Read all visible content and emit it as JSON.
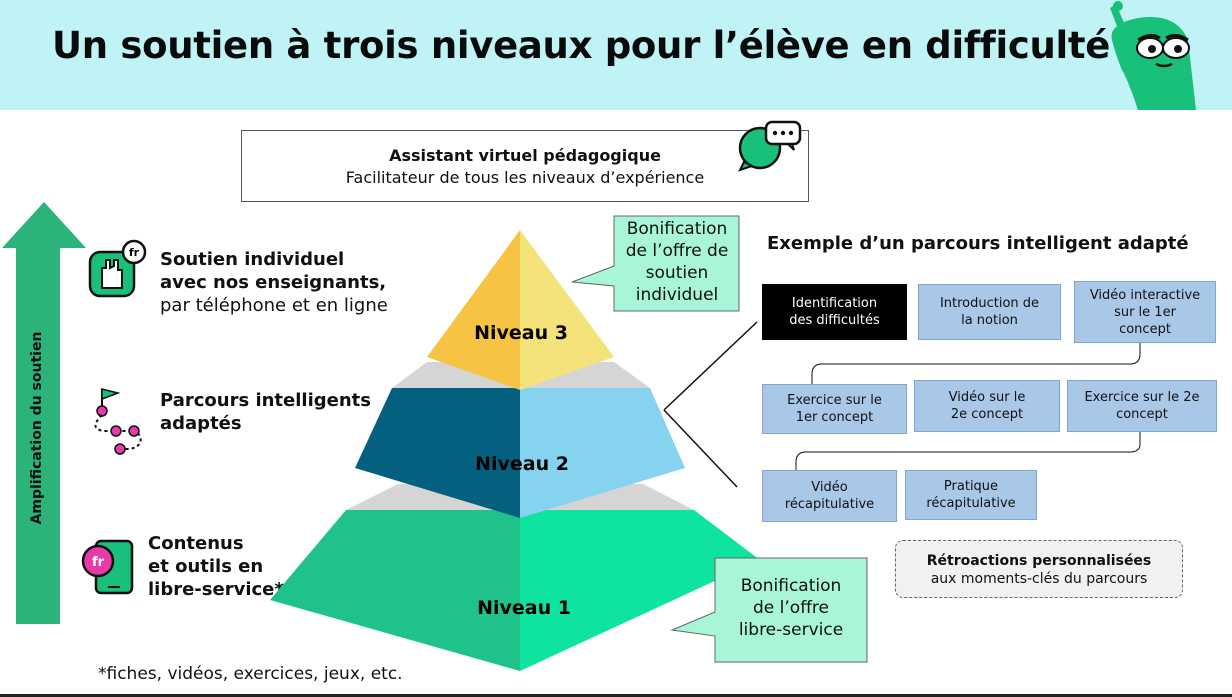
{
  "header": {
    "title": "Un soutien à trois niveaux pour l’élève en difficulté",
    "bg_color": "#bff3f5"
  },
  "assistant": {
    "title": "Assistant virtuel pédagogique",
    "subtitle": "Facilitateur de tous les niveaux d’expérience",
    "icon": "chat-bubble-icon"
  },
  "axis": {
    "label": "Amplification du soutien",
    "color": "#2bb37a"
  },
  "side_items": [
    {
      "bold": "Soutien individuel",
      "bold2": "avec nos enseignants,",
      "normal": "par téléphone et en ligne",
      "icon": "hand-fr-icon"
    },
    {
      "bold": "Parcours intelligents",
      "bold2": "adaptés",
      "icon": "path-flag-icon"
    },
    {
      "bold": "Contenus",
      "bold2": "et outils en",
      "bold3": "libre-service*",
      "icon": "tablet-fr-icon"
    }
  ],
  "pyramid": {
    "levels": [
      {
        "label": "Niveau 3",
        "color_left": "#f6c344",
        "color_right": "#f3e37a"
      },
      {
        "label": "Niveau 2",
        "color_left": "#05607f",
        "color_right": "#86d3f0"
      },
      {
        "label": "Niveau 1",
        "color_left": "#1fc389",
        "color_right": "#0fe3a0"
      }
    ],
    "separator_color": "#d5d5d5"
  },
  "callouts": {
    "top": [
      "Bonification",
      "de l’offre de",
      "soutien",
      "individuel"
    ],
    "bottom": [
      "Bonification",
      "de l’offre",
      "libre-service"
    ],
    "color": "#a8f5d7"
  },
  "example": {
    "title": "Exemple d’un parcours intelligent adapté",
    "steps": [
      [
        "Identification",
        "des difficultés"
      ],
      [
        "Introduction de",
        "la notion"
      ],
      [
        "Vidéo interactive",
        "sur le 1er",
        "concept"
      ],
      [
        "Exercice sur le",
        "1er concept"
      ],
      [
        "Vidéo sur le",
        "2e concept"
      ],
      [
        "Exercice sur le  2e",
        "concept"
      ],
      [
        "Vidéo",
        "récapitulative"
      ],
      [
        "Pratique",
        "récapitulative"
      ]
    ],
    "step_color": "#a9c8e8"
  },
  "feedback": {
    "title": "Rétroactions personnalisées",
    "subtitle": "aux moments-clés du parcours"
  },
  "footnote": "*fiches, vidéos, exercices, jeux, etc."
}
